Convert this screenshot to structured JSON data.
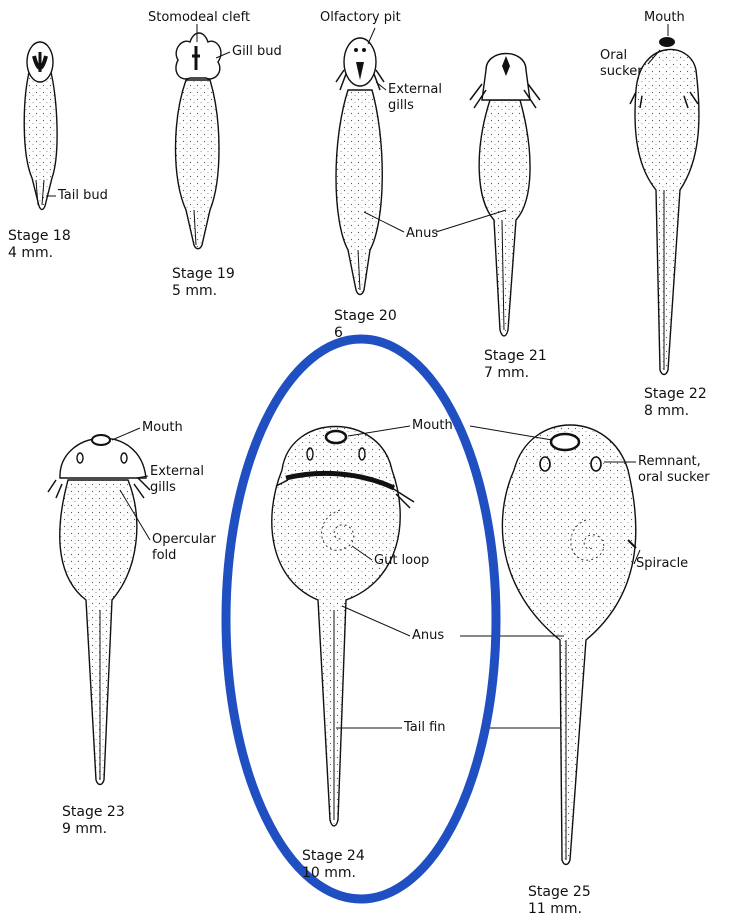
{
  "labels": {
    "stomodeal_cleft": "Stomodeal cleft",
    "gill_bud": "Gill bud",
    "olfactory_pit": "Olfactory pit",
    "external_gills_20": "External\ngills",
    "mouth_22": "Mouth",
    "oral_sucker": "Oral\nsucker",
    "tail_bud": "Tail bud",
    "anus_top": "Anus",
    "mouth_23": "Mouth",
    "external_gills_23": "External\ngills",
    "opercular_fold": "Opercular\nfold",
    "mouth_24": "Mouth",
    "remnant_oral_sucker": "Remnant,\noral sucker",
    "gut_loop": "Gut loop",
    "spiracle": "Spiracle",
    "anus_bottom": "Anus",
    "tail_fin": "Tail fin"
  },
  "stages": [
    {
      "name": "Stage 18",
      "size": "4 mm."
    },
    {
      "name": "Stage 19",
      "size": "5 mm."
    },
    {
      "name": "Stage 20",
      "size": "6"
    },
    {
      "name": "Stage 21",
      "size": "7 mm."
    },
    {
      "name": "Stage 22",
      "size": "8 mm."
    },
    {
      "name": "Stage 23",
      "size": "9 mm."
    },
    {
      "name": "Stage 24",
      "size": "10 mm."
    },
    {
      "name": "Stage 25",
      "size": "11 mm."
    }
  ],
  "highlight": {
    "color": "#1f4fc0",
    "target": "Stage 24"
  }
}
